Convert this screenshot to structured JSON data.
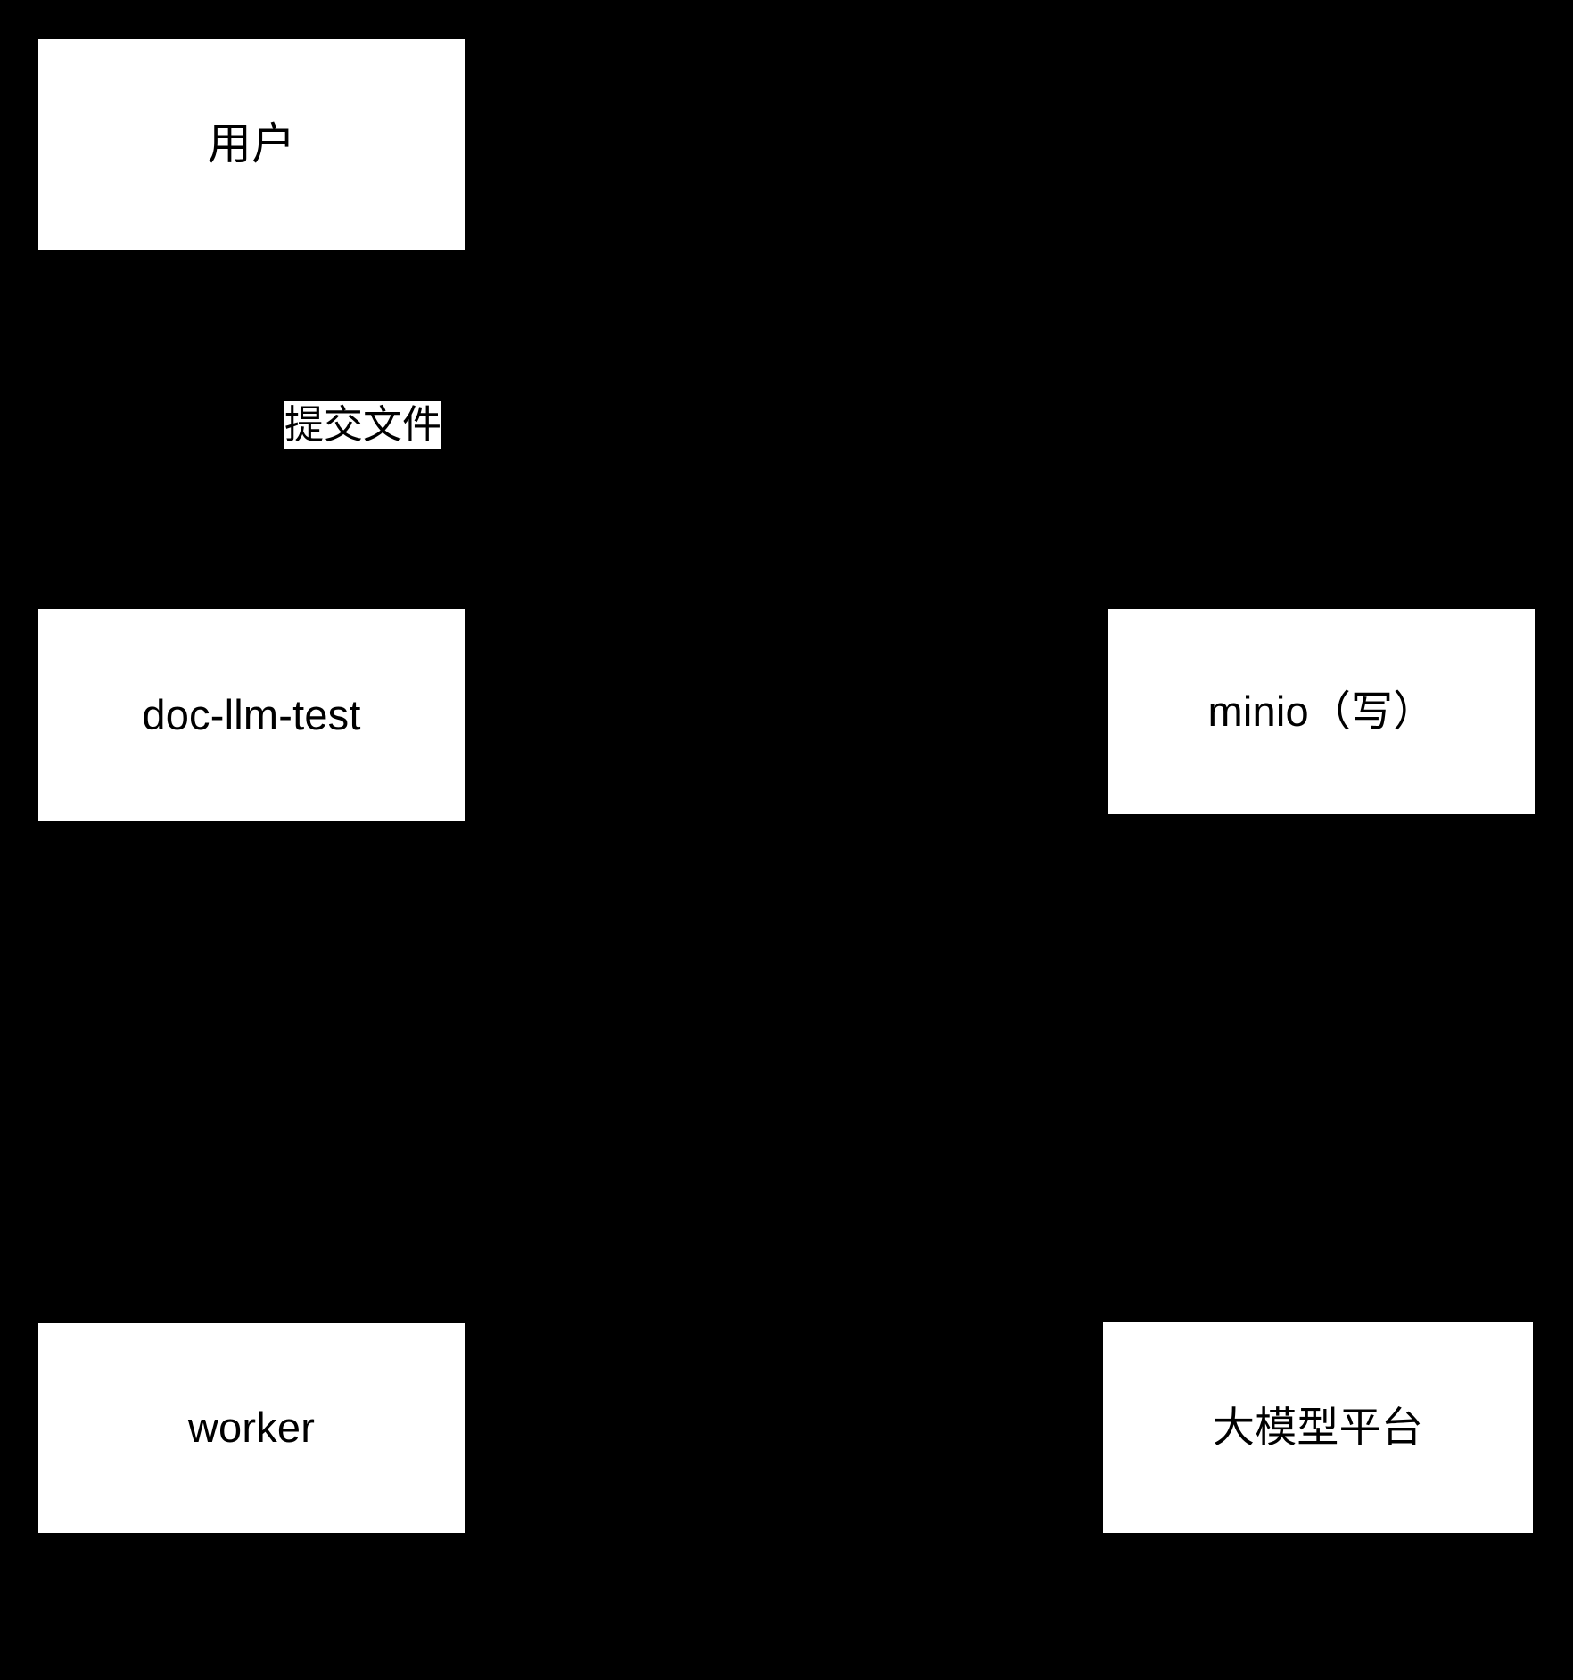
{
  "diagram": {
    "type": "sequence-diagram",
    "background_color": "#000000",
    "node_fill_color": "#ffffff",
    "text_color": "#000000",
    "participants": [
      {
        "id": "user",
        "label": "用户"
      },
      {
        "id": "docllmtest",
        "label": "doc-llm-test"
      },
      {
        "id": "minio",
        "label": "minio（写）"
      },
      {
        "id": "worker",
        "label": "worker"
      },
      {
        "id": "llmplatform",
        "label": "大模型平台"
      }
    ],
    "messages": [
      {
        "id": "submit-file",
        "label": "提交文件",
        "from": "user",
        "to": "docllmtest"
      }
    ]
  }
}
